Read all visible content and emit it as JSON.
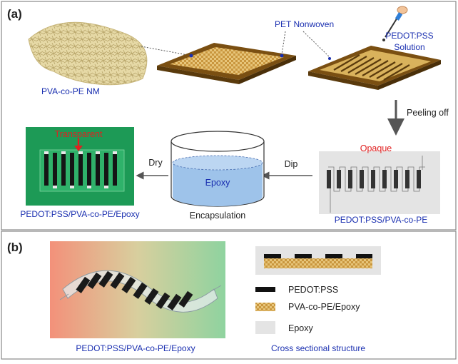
{
  "panel_a": {
    "label": "(a)",
    "membrane_label": "PVA-co-PE NM",
    "nonwoven_label": "PET Nonwoven",
    "solution_label_line1": "PEDOT:PSS",
    "solution_label_line2": "Solution",
    "peel_label": "Peeling off",
    "opaque_label": "Opaque",
    "opaque_caption": "PEDOT:PSS/PVA-co-PE",
    "dip_label": "Dip",
    "epoxy_label": "Epoxy",
    "encapsulation_label": "Encapsulation",
    "dry_label": "Dry",
    "transparent_label": "Transparent",
    "transparent_caption": "PEDOT:PSS/PVA-co-PE/Epoxy"
  },
  "panel_b": {
    "label": "(b)",
    "device_caption": "PEDOT:PSS/PVA-co-PE/Epoxy",
    "legend_pedot": "PEDOT:PSS",
    "legend_pva": "PVA-co-PE/Epoxy",
    "legend_epoxy": "Epoxy",
    "cross_caption": "Cross sectional structure"
  },
  "colors": {
    "text_blue": "#1a2fb0",
    "highlight_red": "#e02020",
    "frame_brown": "#7a4f12",
    "fabric_gold": "#d9b25c"
  }
}
